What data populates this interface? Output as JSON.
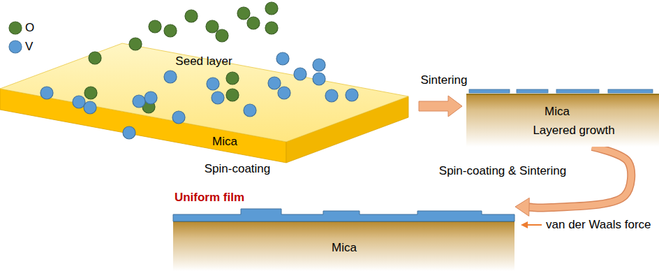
{
  "diagram": {
    "nodes": [
      {
        "text": [
          "Seed layer",
          "Mica"
        ]
      },
      {
        "text": [
          "Mica",
          "Layered growth"
        ]
      },
      {
        "text": [
          "Mica"
        ]
      }
    ],
    "edges": [
      {
        "from": 0,
        "to": 1,
        "arrow": "to",
        "label": "Sintering"
      },
      {
        "from": 1,
        "to": 2,
        "arrow": "to",
        "label": "Spin-coating & Sintering"
      }
    ],
    "labels": [
      "Spin-coating",
      "Uniform film",
      "van der Waals force"
    ],
    "legend": [
      {
        "text": "O",
        "color": "#548235"
      },
      {
        "text": "V",
        "color": "#5b9bd5"
      }
    ]
  }
}
